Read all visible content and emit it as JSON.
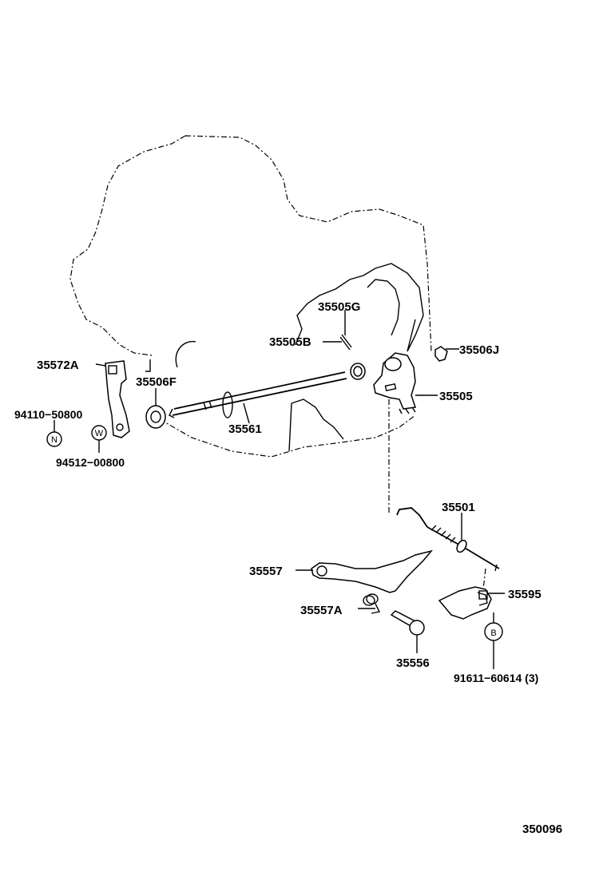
{
  "parts": {
    "p35572A": "35572A",
    "p35506F": "35506F",
    "p94110": "94110−50800",
    "p94512": "94512−00800",
    "p35561": "35561",
    "p35505G": "35505G",
    "p35505B": "35505B",
    "p35506J": "35506J",
    "p35505": "35505",
    "p35501": "35501",
    "p35557": "35557",
    "p35557A": "35557A",
    "p35595": "35595",
    "p35556": "35556",
    "p91611": "91611−60614 (3)"
  },
  "markers": {
    "n": "N",
    "w": "W",
    "b": "B"
  },
  "diagram_id": "350096"
}
